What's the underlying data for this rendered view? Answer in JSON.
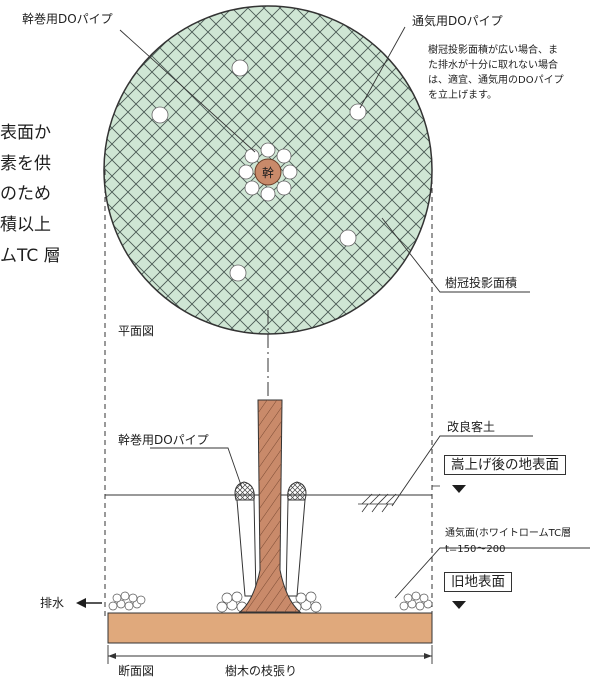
{
  "plan_view": {
    "label": "平面図",
    "trunk_pipe_label": "幹巻用DOパイプ",
    "vent_pipe_label": "通気用DOパイプ",
    "vent_note": [
      "樹冠投影面積が広い場合、ま",
      "た排水が十分に取れない場合",
      "は、適宜、通気用のDOパイプ",
      "を立上げます。"
    ],
    "canopy_label": "樹冠投影面積",
    "trunk_char": "幹"
  },
  "section_view": {
    "label": "断面図",
    "improved_soil_label": "改良客土",
    "trunk_pipe_label": "幹巻用DOパイプ",
    "raised_surface_label": "嵩上げ後の地表面",
    "vent_layer_label": "通気面(ホワイトロームTC層",
    "vent_layer_thickness": "t=150～200",
    "old_surface_label": "旧地表面",
    "drainage_label": "排水",
    "spread_label": "樹木の枝張り"
  },
  "left_text_fragments": [
    "表面か",
    "素を供",
    "のため",
    "積以上",
    "ムTC 層"
  ],
  "colors": {
    "canopy_fill": "#cfe6d4",
    "grid_line": "#4a5a55",
    "trunk": "#c98a6a",
    "base": "#e0a97c",
    "ink": "#1e1e1e"
  }
}
